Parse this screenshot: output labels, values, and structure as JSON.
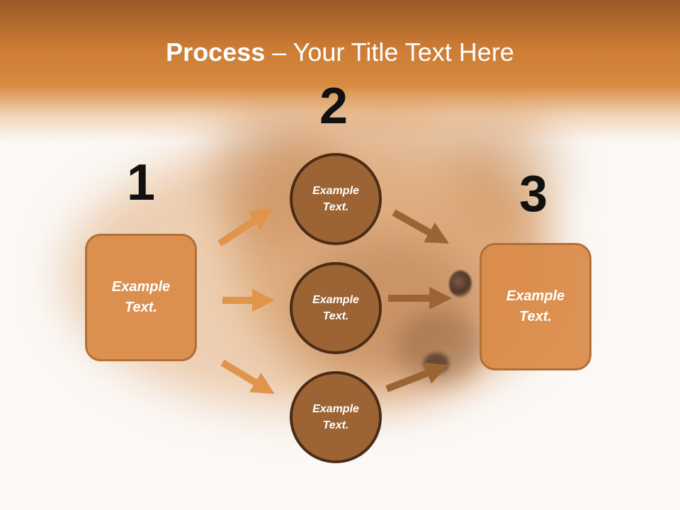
{
  "title": {
    "bold": "Process",
    "rest": " – Your Title Text Here"
  },
  "steps": {
    "one": "1",
    "two": "2",
    "three": "3"
  },
  "boxes": {
    "left": "Example\nText.",
    "right": "Example\nText."
  },
  "circles": {
    "top": "Example\nText.",
    "middle": "Example\nText.",
    "bottom": "Example\nText."
  },
  "colors": {
    "header": "#cc7c34",
    "box": "#da8c4a",
    "circle": "#9c6434",
    "circle_border": "#4a2c16",
    "arrow_light": "#e0944c",
    "arrow_dark": "#9c6434"
  }
}
